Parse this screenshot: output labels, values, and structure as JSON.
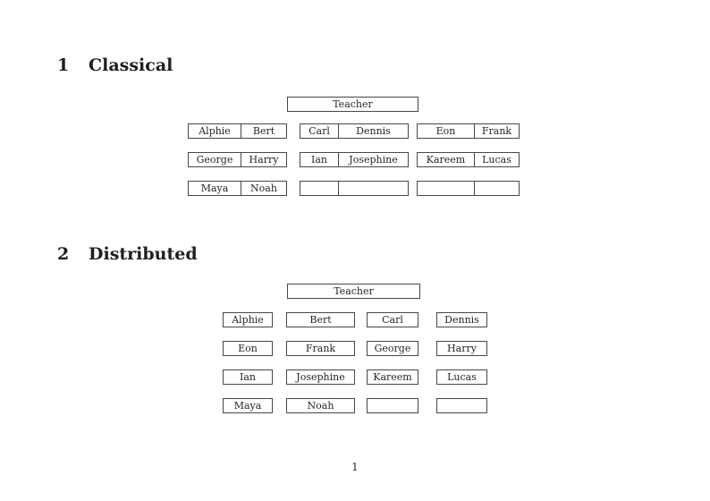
{
  "classical": {
    "heading_number": "1",
    "heading_title": "Classical",
    "teacher_label": "Teacher",
    "rows": [
      {
        "desks": [
          {
            "cells": [
              "Alphie",
              "Bert"
            ]
          },
          {
            "cells": [
              "Carl",
              "Dennis"
            ]
          },
          {
            "cells": [
              "Eon",
              "Frank"
            ]
          }
        ]
      },
      {
        "desks": [
          {
            "cells": [
              "George",
              "Harry"
            ]
          },
          {
            "cells": [
              "Ian",
              "Josephine"
            ]
          },
          {
            "cells": [
              "Kareem",
              "Lucas"
            ]
          }
        ]
      },
      {
        "desks": [
          {
            "cells": [
              "Maya",
              "Noah"
            ]
          },
          {
            "cells": [
              "",
              ""
            ]
          },
          {
            "cells": [
              "",
              ""
            ]
          }
        ]
      }
    ]
  },
  "distributed": {
    "heading_number": "2",
    "heading_title": "Distributed",
    "teacher_label": "Teacher",
    "rows": [
      {
        "cells": [
          "Alphie",
          "Bert",
          "Carl",
          "Dennis"
        ]
      },
      {
        "cells": [
          "Eon",
          "Frank",
          "George",
          "Harry"
        ]
      },
      {
        "cells": [
          "Ian",
          "Josephine",
          "Kareem",
          "Lucas"
        ]
      },
      {
        "cells": [
          "Maya",
          "Noah",
          "",
          ""
        ]
      }
    ]
  },
  "page": {
    "number": "1"
  }
}
